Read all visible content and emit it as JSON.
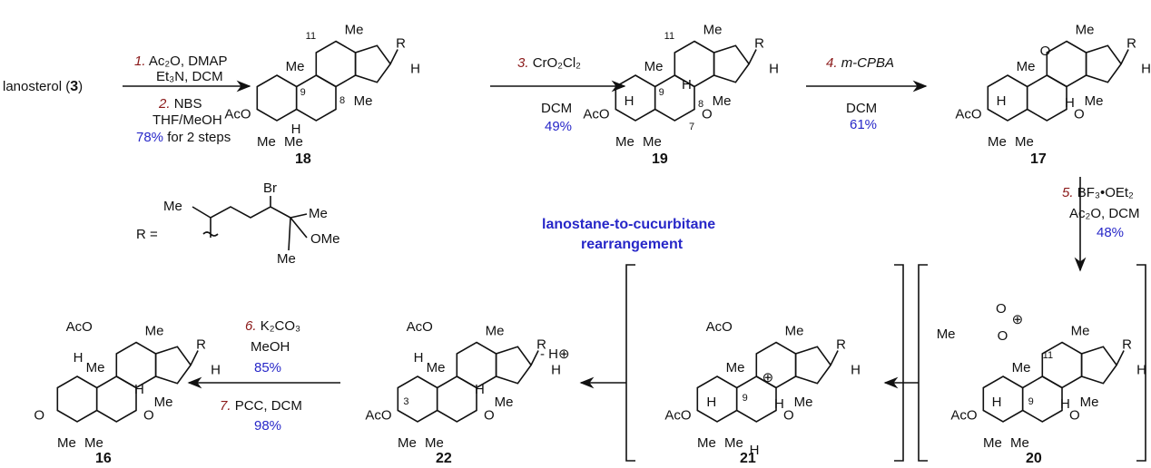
{
  "start": {
    "name": "lanosterol (",
    "number": "3",
    "close": ")"
  },
  "steps": {
    "s1": {
      "num": "1.",
      "line1": "Ac₂O, DMAP",
      "line2": "Et₃N, DCM"
    },
    "s2": {
      "num": "2.",
      "line1": "NBS",
      "line2": "THF/MeOH",
      "yield": "78%",
      "yield_suffix": " for 2 steps"
    },
    "s3": {
      "num": "3.",
      "line1": "CrO₂Cl₂",
      "line2": "DCM",
      "yield": "49%"
    },
    "s4": {
      "num": "4.",
      "line1": "m-CPBA",
      "line2": "DCM",
      "yield": "61%"
    },
    "s5": {
      "num": "5.",
      "line1": "BF₃•OEt₂",
      "line2": "Ac₂O, DCM",
      "yield": "48%"
    },
    "s6": {
      "num": "6.",
      "line1": "K₂CO₃",
      "line2": "MeOH",
      "yield": "85%"
    },
    "s7": {
      "num": "7.",
      "line1": "PCC, DCM",
      "yield": "98%"
    }
  },
  "compounds": {
    "c18": "18",
    "c19": "19",
    "c17": "17",
    "c20": "20",
    "c21": "21",
    "c22": "22",
    "c16": "16"
  },
  "labels": {
    "me": "Me",
    "h": "H",
    "aco": "AcO",
    "o": "O",
    "r": "R",
    "n11": "11",
    "n9": "9",
    "n8": "8",
    "n7": "7",
    "n3": "3",
    "plus": "⊕"
  },
  "r_group": {
    "prefix": "R =",
    "me1": "Me",
    "br": "Br",
    "me2": "Me",
    "ome": "OMe",
    "me3": "Me"
  },
  "rearrangement": {
    "line1": "lanostane-to-cucurbitane",
    "line2": "rearrangement"
  },
  "proton_loss": "- H⊕",
  "colors": {
    "step": "#8b1a1a",
    "yield": "#2727c8"
  }
}
